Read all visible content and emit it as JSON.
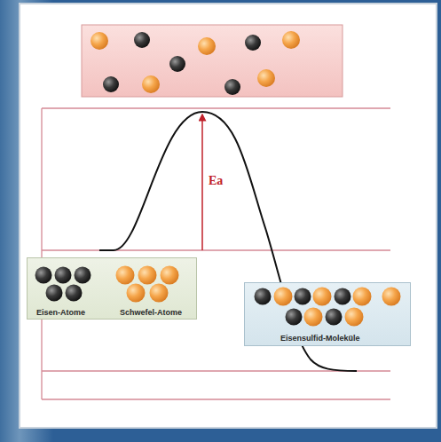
{
  "diagram": {
    "nodes": [
      {
        "text": [
          "Eisen-Atome",
          "Schwefel-Atome"
        ]
      },
      {
        "text": [
          "Eisensulfid-Moleküle"
        ]
      }
    ],
    "labels": [
      "Ea"
    ]
  }
}
